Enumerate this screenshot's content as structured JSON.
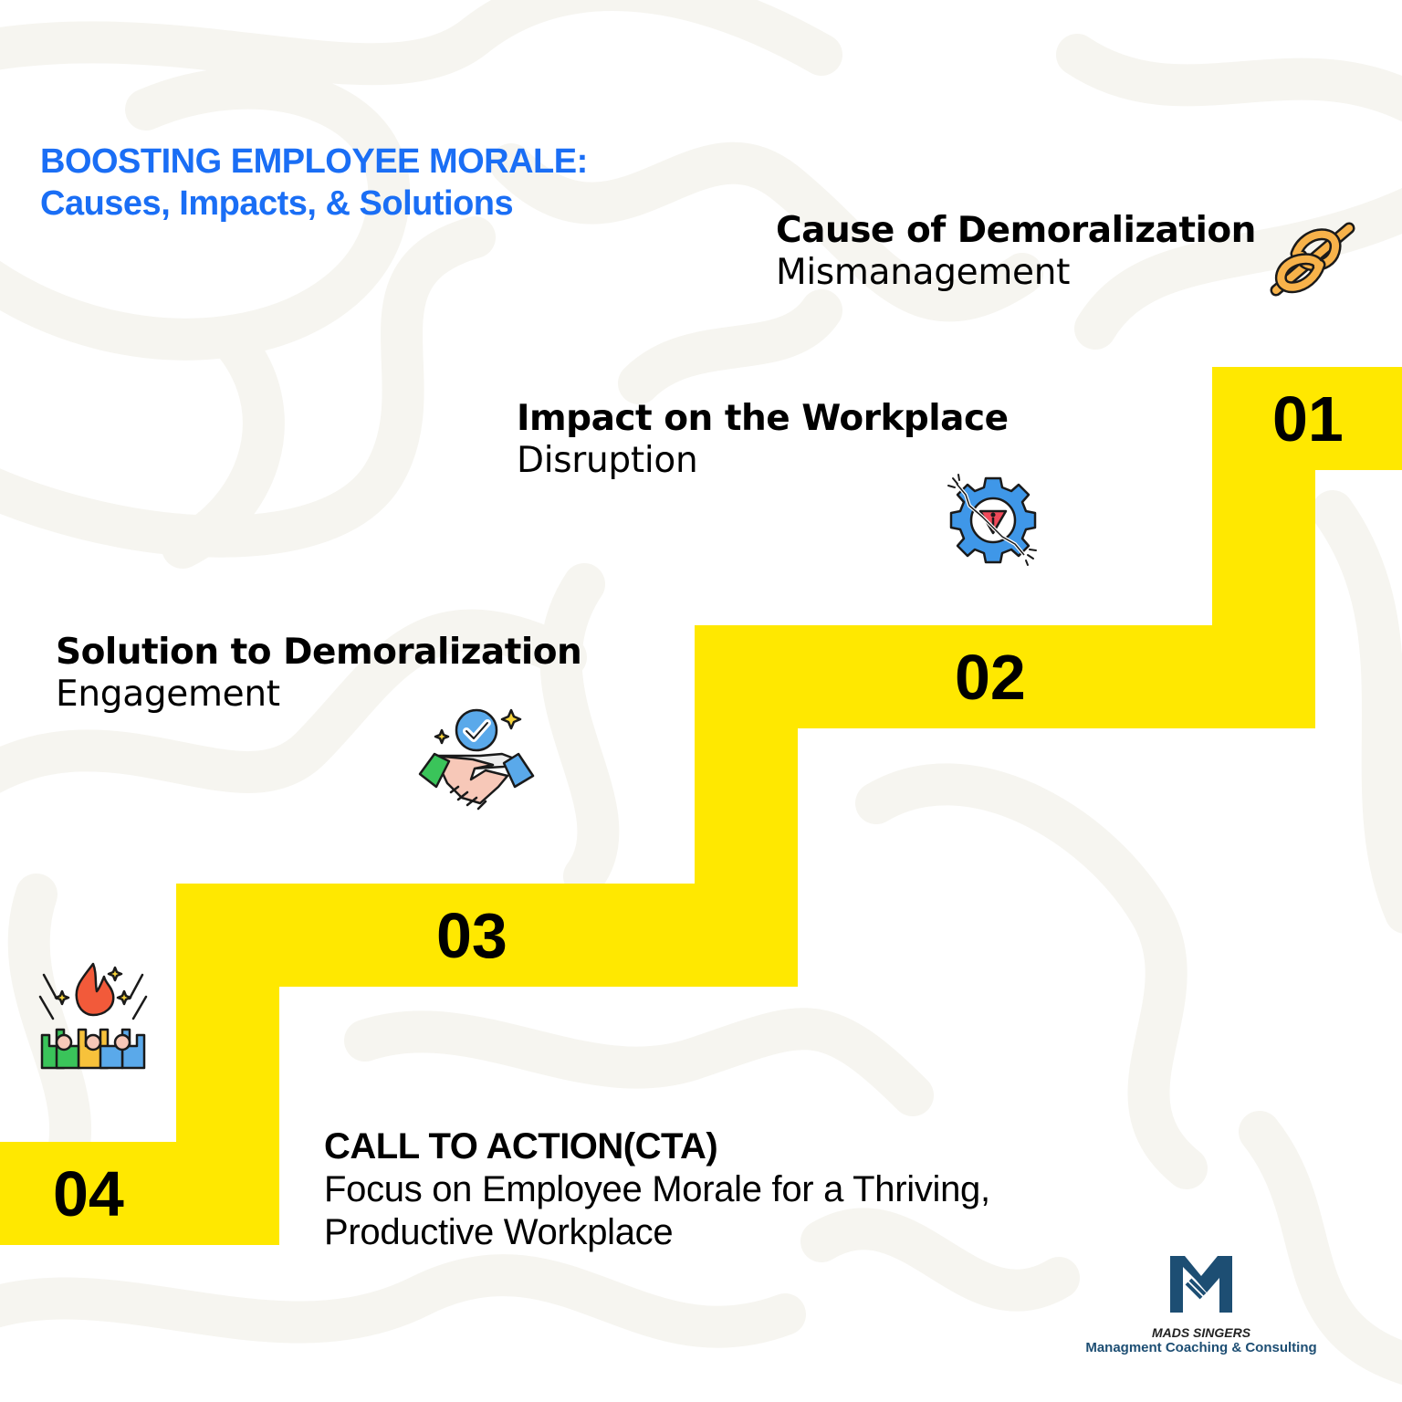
{
  "title": {
    "line1": "BOOSTING EMPLOYEE MORALE:",
    "line2": "Causes, Impacts, & Solutions",
    "color": "#1a6ef5"
  },
  "steps": [
    {
      "number": "01",
      "heading": "Cause of Demoralization",
      "subtext": "Mismanagement",
      "icon": "knot-icon"
    },
    {
      "number": "02",
      "heading": "Impact on the Workplace",
      "subtext": "Disruption",
      "icon": "broken-gear-warning-icon"
    },
    {
      "number": "03",
      "heading": "Solution to Demoralization",
      "subtext": "Engagement",
      "icon": "handshake-check-icon"
    },
    {
      "number": "04",
      "heading": "CALL TO ACTION(CTA)",
      "subtext_line1": "Focus on Employee Morale for a Thriving,",
      "subtext_line2": "Productive Workplace",
      "icon": "team-fire-motivation-icon"
    }
  ],
  "staircase_color": "#ffe800",
  "logo": {
    "mark": "M",
    "name": "MADS SINGERS",
    "tagline": "Managment Coaching & Consulting",
    "color": "#1d4e73"
  }
}
